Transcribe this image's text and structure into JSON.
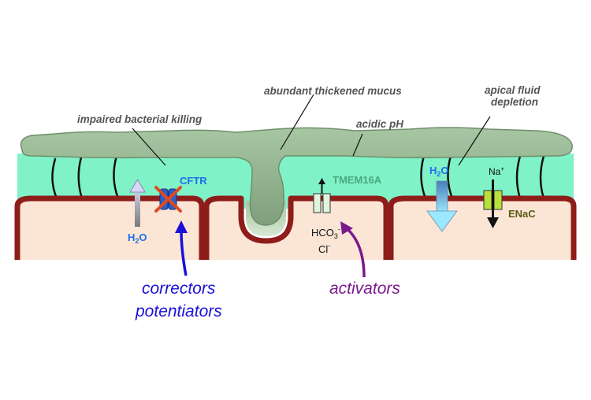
{
  "labels": {
    "impaired_killing": "impaired bacterial killing",
    "mucus": "abundant thickened mucus",
    "apical_line1": "apical fluid",
    "apical_line2": "depletion",
    "acidic": "acidic pH",
    "cftr": "CFTR",
    "tmem": "TMEM16A",
    "enac": "ENaC",
    "h2o_left_main": "H",
    "h2o_left_sub": "2",
    "h2o_left_end": "O",
    "h2o_right_main": "H",
    "h2o_right_sub": "2",
    "h2o_right_end": "O",
    "hco3_main": "HCO",
    "hco3_sub": "3",
    "hco3_sup": "-",
    "cl_main": "Cl",
    "cl_sup": "-",
    "na_main": "Na",
    "na_sup": "+",
    "correctors": "correctors",
    "potentiators": "potentiators",
    "activators": "activators"
  },
  "colors": {
    "fluid": "#7ff2c8",
    "mucus": "#9ab896",
    "mucus_dark": "#6f8f6b",
    "cell": "#fbe6d6",
    "membrane": "#8e1d1a",
    "cftr_label": "#1e6ee6",
    "tmem_label": "#4aa87a",
    "enac_label": "#5a5a10",
    "blue_label": "#1a10d8",
    "purple_label": "#7a1a8a",
    "annotation": "#555555",
    "cross": "#e04a20"
  }
}
